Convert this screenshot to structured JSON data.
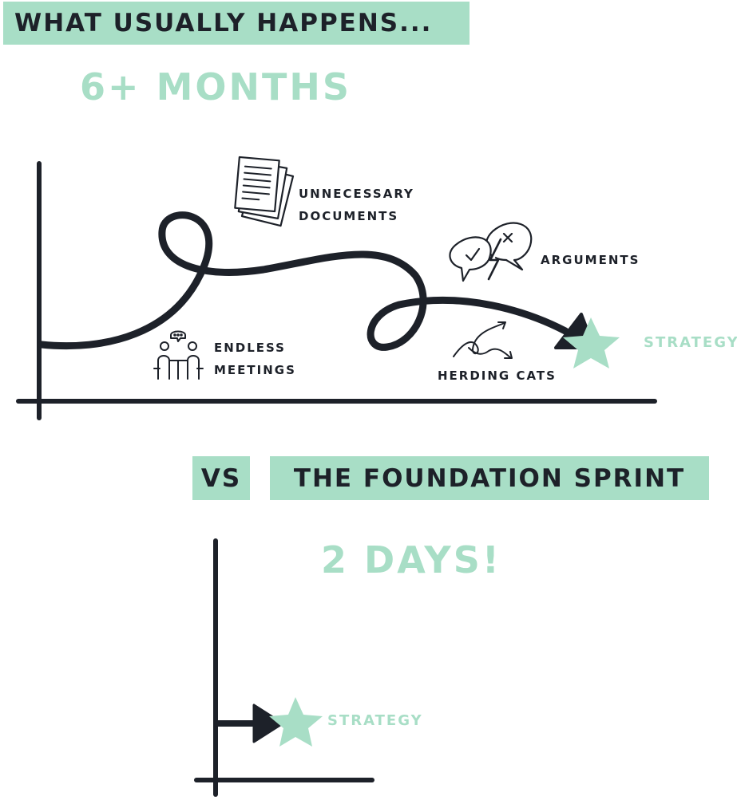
{
  "header": {
    "title": "WHAT USUALLY HAPPENS..."
  },
  "usual": {
    "duration": "6+ MONTHS",
    "labels": {
      "documents_line1": "UNNECESSARY",
      "documents_line2": "DOCUMENTS",
      "arguments": "ARGUMENTS",
      "meetings_line1": "ENDLESS",
      "meetings_line2": "MEETINGS",
      "herding": "HERDING CATS",
      "strategy": "STRATEGY"
    },
    "icons": [
      "documents-icon",
      "arguments-icon",
      "meetings-icon",
      "herding-cats-icon",
      "star-icon"
    ]
  },
  "comparison": {
    "vs": "VS",
    "title": "THE FOUNDATION SPRINT"
  },
  "sprint": {
    "duration": "2 DAYS!",
    "strategy": "STRATEGY"
  },
  "colors": {
    "accent": "#a8dec6",
    "ink": "#1d2129"
  }
}
